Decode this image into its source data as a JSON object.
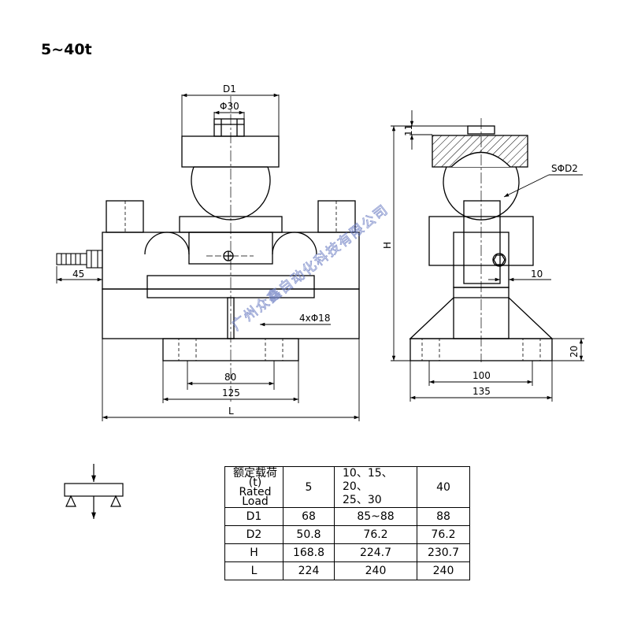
{
  "title": "5~40t",
  "front_view": {
    "top_width_label": "D1",
    "pin_label": "Φ30",
    "cable_label": "45",
    "holes_label": "4xΦ18",
    "bolt_spacing_label": "80",
    "base_width_label": "125",
    "length_label": "L"
  },
  "side_view": {
    "top_height_label": "11",
    "ball_label": "SΦD2",
    "height_label": "H",
    "offset_label": "10",
    "base_height_label": "20",
    "inner_spacing_label": "100",
    "outer_spacing_label": "135"
  },
  "watermark": "广州众鑫自动化科技有限公司",
  "spec_table": {
    "header_label_cn": "额定载荷(t)",
    "header_label_en": "Rated Load",
    "columns": [
      "5",
      "10、15、20、",
      "25、30",
      "40"
    ],
    "rows": [
      {
        "label": "D1",
        "values": [
          "68",
          "85~88",
          "88"
        ]
      },
      {
        "label": "D2",
        "values": [
          "50.8",
          "76.2",
          "76.2"
        ]
      },
      {
        "label": "H",
        "values": [
          "168.8",
          "224.7",
          "230.7"
        ]
      },
      {
        "label": "L",
        "values": [
          "224",
          "240",
          "240"
        ]
      }
    ]
  }
}
